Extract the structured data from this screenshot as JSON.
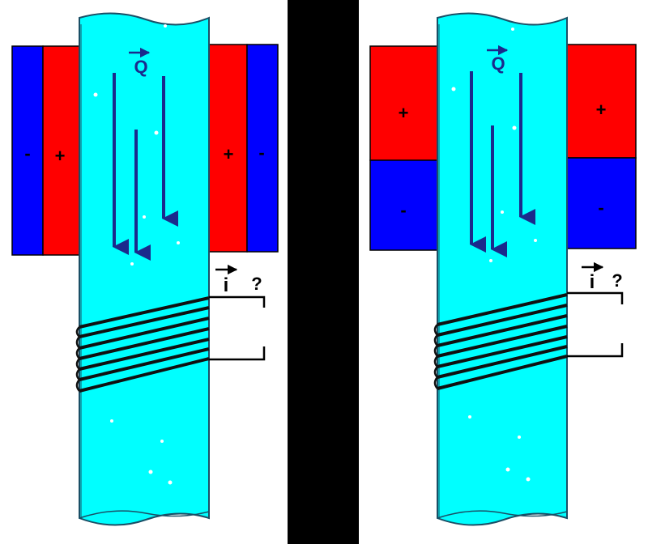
{
  "colors": {
    "background": "#ffffff",
    "divider": "#000000",
    "pipe": "#00ffff",
    "pipe_outline": "#1a4f66",
    "magnet_positive": "#ff0000",
    "magnet_negative": "#0000ff",
    "flow_arrow": "#1b2a8c",
    "coil_wire": "#101010"
  },
  "panels": [
    {
      "id": "left",
      "magnet_orientation": "horizontal-poles",
      "flow_symbol": "Q",
      "current_symbol": "i",
      "question_mark": "?",
      "magnets": [
        {
          "side": "left",
          "outer_pole": "-",
          "inner_pole": "+"
        },
        {
          "side": "right",
          "inner_pole": "+",
          "outer_pole": "-"
        }
      ]
    },
    {
      "id": "right",
      "magnet_orientation": "vertical-poles",
      "flow_symbol": "Q",
      "current_symbol": "i",
      "question_mark": "?",
      "magnets": [
        {
          "side": "left",
          "top_pole": "+",
          "bottom_pole": "-"
        },
        {
          "side": "right",
          "top_pole": "+",
          "bottom_pole": "-"
        }
      ]
    }
  ]
}
